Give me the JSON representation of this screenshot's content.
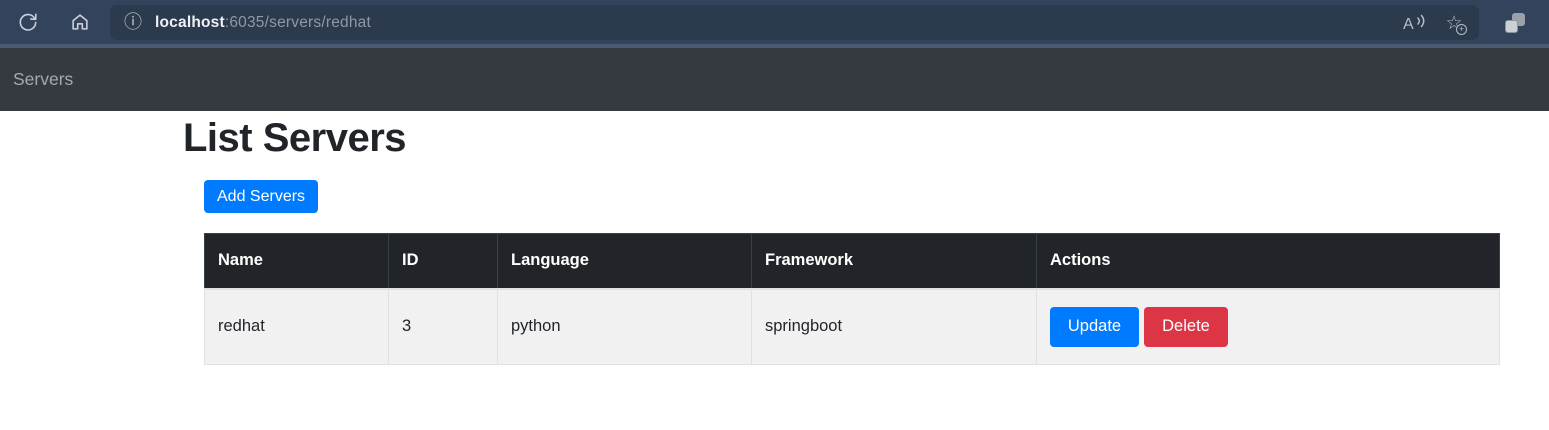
{
  "browser": {
    "toolbar_icons": {
      "reload": "reload-icon",
      "home": "home-icon",
      "info": "info-icon",
      "read_aloud": "read-aloud-icon",
      "add_favorite": "add-favorite-star-icon",
      "extension_pages": "overlapping-pages-icon"
    },
    "info_glyph": "ⓘ",
    "star_glyph": "☆",
    "star_plus_glyph": "+",
    "address": {
      "host": "localhost",
      "path": ":6035/servers/redhat"
    }
  },
  "navbar": {
    "brand": "Servers"
  },
  "main": {
    "title": "List Servers",
    "add_button_label": "Add Servers"
  },
  "table": {
    "headers": [
      "Name",
      "ID",
      "Language",
      "Framework",
      "Actions"
    ],
    "rows": [
      {
        "name": "redhat",
        "id": "3",
        "language": "python",
        "framework": "springboot",
        "actions": {
          "update": "Update",
          "delete": "Delete"
        }
      }
    ]
  },
  "colors": {
    "primary": "#007bff",
    "danger": "#dc3545",
    "navbar_bg": "#343a40",
    "table_header_bg": "#212529",
    "table_row_bg": "#f1f1f2",
    "browser_toolbar_bg": "#34435c",
    "addressbar_bg": "#2c3a4d"
  }
}
